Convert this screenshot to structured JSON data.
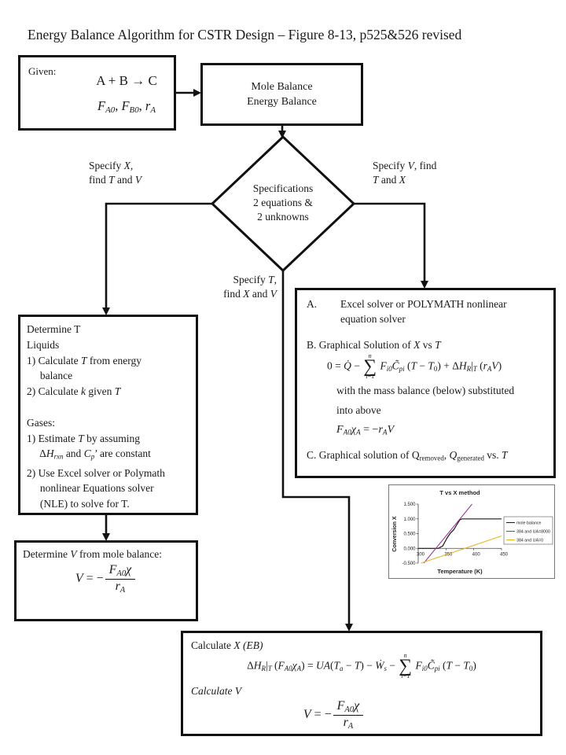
{
  "title": "Energy Balance Algorithm for CSTR Design – Figure 8-13, p525&526 revised",
  "given_box": {
    "label": "Given:",
    "reaction": "A + B → C",
    "feeds": "*F~A0~*, *F~B0~*, *r~A~*"
  },
  "balance_box": {
    "lines": [
      "Mole Balance",
      "Energy Balance"
    ]
  },
  "diamond": {
    "lines": [
      "Specifications",
      "2 equations &",
      "2 unknowns"
    ]
  },
  "branch_labels": {
    "left": {
      "lines": [
        "Specify *X*,",
        "find *T* and *V*"
      ]
    },
    "right": {
      "lines": [
        "Specify *V*, find",
        "*T* and *X*"
      ]
    },
    "middle": {
      "lines": [
        "Specify *T*,",
        "find *X* and *V*"
      ]
    }
  },
  "determine_t_box": {
    "lines": [
      "Determine T",
      "Liquids",
      "1) Calculate *T* from energy",
      "     balance",
      "2) Calculate *k* given *T*",
      "",
      "Gases:",
      "1) Estimate *T* by assuming",
      "     Δ*H~rxn~* and *C~p~*’ are constant",
      "2) Use Excel solver or Polymath",
      "     nonlinear Equations solver",
      "     (NLE) to solve for T."
    ]
  },
  "determine_v_box": {
    "title": "Determine *V* from mole balance:",
    "equation": [
      "*V* = −",
      {
        "frac": [
          "*F~A0~χ*",
          "*r~A~*"
        ]
      }
    ]
  },
  "abc_box": {
    "a_label": "A.",
    "a_line1": "Excel solver or POLYMATH nonlinear",
    "a_line2": "equation solver",
    "b_line": "B.  Graphical Solution of *X* vs *T*",
    "eq_b": [
      "0 = *Q̇* − ",
      {
        "sum": [
          "*n*",
          "*i*=1"
        ]
      },
      " *F~i0~C̃~pi~* (*T* − *T*~0~) + Δ*H~R~*|~*T*~ (*r~A~V*)"
    ],
    "note1": "with the mass balance (below) substituted",
    "note2": "into above",
    "eq_mass": "*F~A0~χ~A~* = −*r~A~V*",
    "c_line": "C.  Graphical solution of Q~removed~, *Q*~generated~ vs. *T*"
  },
  "calc_box": {
    "title": "Calculate *X (EB)*",
    "eq1": [
      "Δ*H~R~*|~*T*~ (*F~A0~χ~A~*) = *UA*(*T~a~* − *T*) − *Ẇ~s~* − ",
      {
        "sum": [
          "*n*",
          "*i*=1"
        ]
      },
      " *F~i0~C̃~pi~* (*T* − *T*~0~)"
    ],
    "v_label": "*Calculate V*",
    "eq2": [
      "*V* = −",
      {
        "frac": [
          "*F~A0~χ*",
          "*r~A~*"
        ]
      }
    ]
  },
  "chart_data": {
    "type": "line",
    "title": "T vs X method",
    "xlabel": "Temperature (K)",
    "ylabel": "Conversion X",
    "xlim": [
      300,
      450
    ],
    "ylim": [
      -0.5,
      1.5
    ],
    "xticks": [
      300,
      350,
      400,
      450
    ],
    "yticks": [
      1.5,
      1.0,
      0.5,
      0.0,
      -0.5
    ],
    "grid": false,
    "legend_position": "right",
    "series": [
      {
        "name": "mole balance",
        "color": "#1a1a1a",
        "points": [
          [
            300,
            0
          ],
          [
            336,
            0
          ],
          [
            344,
            0.08
          ],
          [
            352,
            0.35
          ],
          [
            358,
            0.52
          ],
          [
            364,
            0.63
          ],
          [
            370,
            0.82
          ],
          [
            375,
            0.97
          ],
          [
            379,
            1.0
          ],
          [
            450,
            1.0
          ]
        ]
      },
      {
        "name": "384 and UA=8000",
        "color": "#993399",
        "points": [
          [
            310,
            -0.5
          ],
          [
            397,
            1.5
          ]
        ]
      },
      {
        "name": "384 and UA=0",
        "color": "#E6B422",
        "points": [
          [
            305,
            -0.5
          ],
          [
            450,
            0.42
          ]
        ]
      }
    ]
  }
}
